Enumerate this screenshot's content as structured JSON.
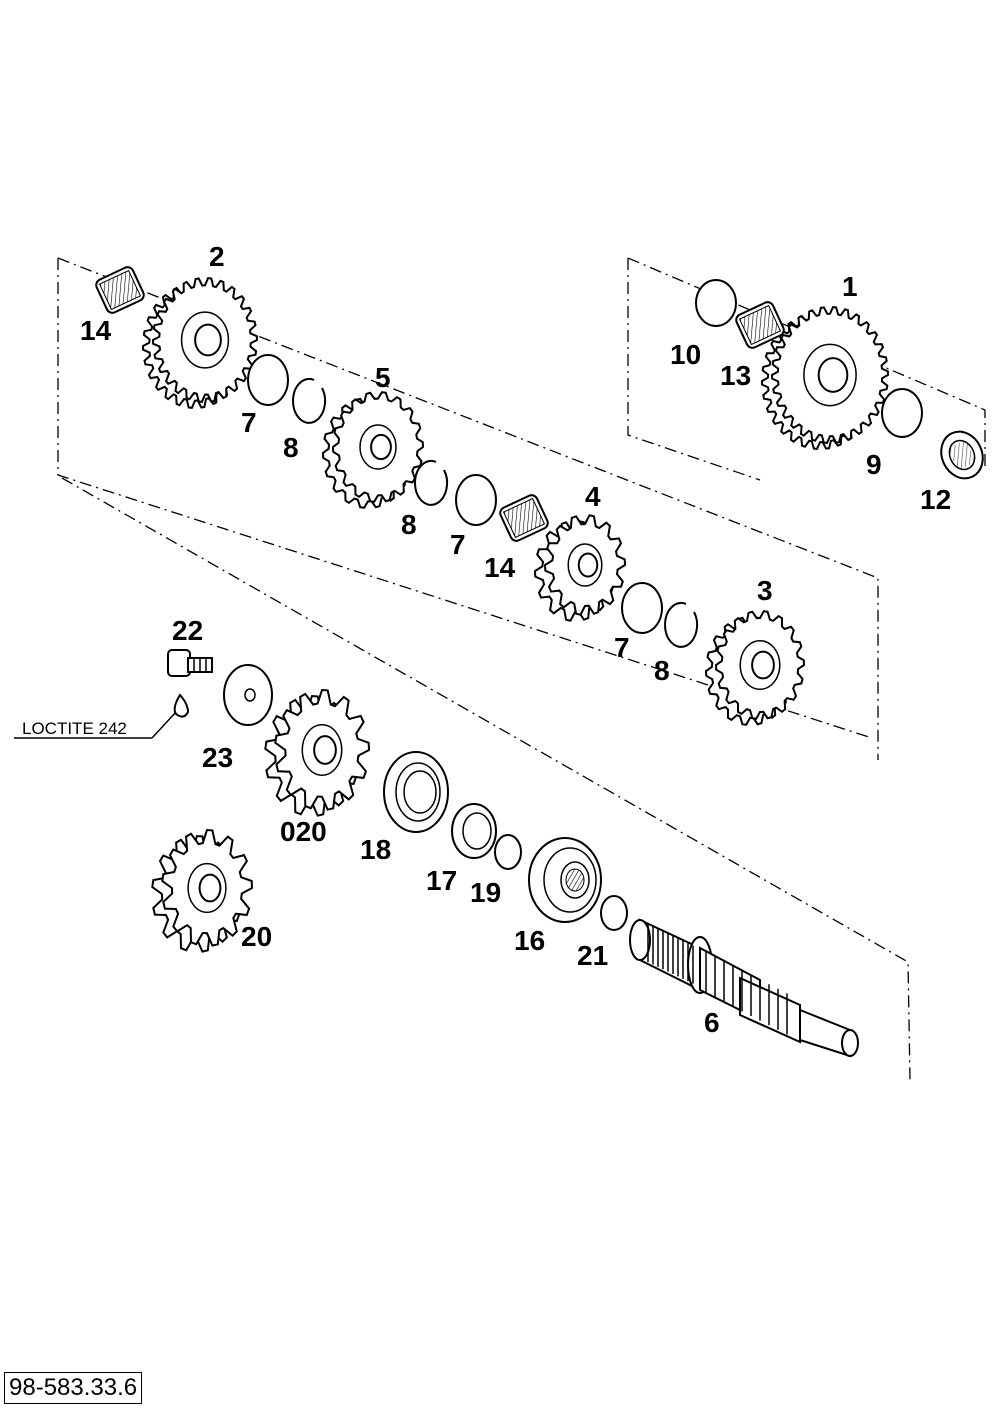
{
  "diagram": {
    "callouts": [
      {
        "id": "c1",
        "text": "1"
      },
      {
        "id": "c2",
        "text": "2"
      },
      {
        "id": "c3",
        "text": "3"
      },
      {
        "id": "c4",
        "text": "4"
      },
      {
        "id": "c5",
        "text": "5"
      },
      {
        "id": "c6",
        "text": "6"
      },
      {
        "id": "c7a",
        "text": "7"
      },
      {
        "id": "c7b",
        "text": "7"
      },
      {
        "id": "c7c",
        "text": "7"
      },
      {
        "id": "c8a",
        "text": "8"
      },
      {
        "id": "c8b",
        "text": "8"
      },
      {
        "id": "c8c",
        "text": "8"
      },
      {
        "id": "c9",
        "text": "9"
      },
      {
        "id": "c10",
        "text": "10"
      },
      {
        "id": "c12",
        "text": "12"
      },
      {
        "id": "c13",
        "text": "13"
      },
      {
        "id": "c14a",
        "text": "14"
      },
      {
        "id": "c14b",
        "text": "14"
      },
      {
        "id": "c16",
        "text": "16"
      },
      {
        "id": "c17",
        "text": "17"
      },
      {
        "id": "c18",
        "text": "18"
      },
      {
        "id": "c19",
        "text": "19"
      },
      {
        "id": "c20",
        "text": "20"
      },
      {
        "id": "c020",
        "text": "020"
      },
      {
        "id": "c21",
        "text": "21"
      },
      {
        "id": "c22",
        "text": "22"
      },
      {
        "id": "c23",
        "text": "23"
      }
    ],
    "note": "LOCTITE 242",
    "reference_number": "98-583.33.6"
  }
}
